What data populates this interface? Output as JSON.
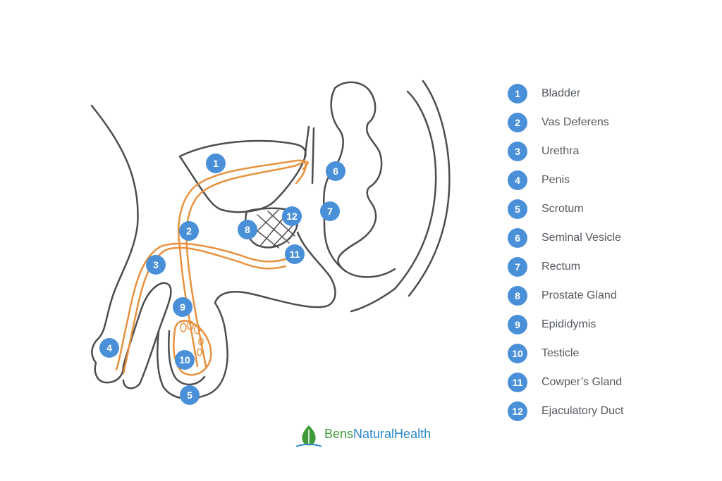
{
  "colors": {
    "outline": "#4d4d4d",
    "duct": "#e8913f",
    "badge": "#4a90d9",
    "label": "#555a60",
    "brand_green": "#3f9b3a",
    "brand_blue": "#2b87c8"
  },
  "markers": [
    "1",
    "2",
    "3",
    "4",
    "5",
    "6",
    "7",
    "8",
    "9",
    "10",
    "11",
    "12"
  ],
  "legend": [
    {
      "num": "1",
      "label": "Bladder"
    },
    {
      "num": "2",
      "label": "Vas Deferens"
    },
    {
      "num": "3",
      "label": "Urethra"
    },
    {
      "num": "4",
      "label": "Penis"
    },
    {
      "num": "5",
      "label": "Scrotum"
    },
    {
      "num": "6",
      "label": "Seminal Vesicle"
    },
    {
      "num": "7",
      "label": "Rectum"
    },
    {
      "num": "8",
      "label": "Prostate Gland"
    },
    {
      "num": "9",
      "label": "Epididymis"
    },
    {
      "num": "10",
      "label": "Testicle"
    },
    {
      "num": "11",
      "label": "Cowper’s Gland"
    },
    {
      "num": "12",
      "label": "Ejaculatory Duct"
    }
  ],
  "brand": {
    "part1": "Bens",
    "part2": "NaturalHealth",
    "icon": "leaf-drop-icon"
  }
}
